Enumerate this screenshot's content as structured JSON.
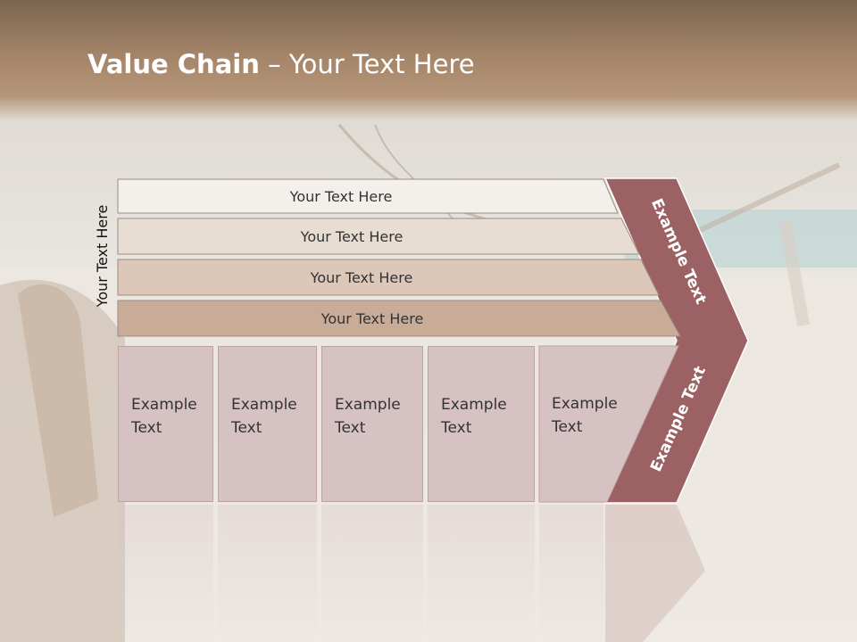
{
  "slide": {
    "title_bold": "Value Chain",
    "title_rest": " – Your Text Here",
    "vertical_label": "Your Text Here"
  },
  "rows": [
    {
      "label": "Your Text Here"
    },
    {
      "label": "Your Text Here"
    },
    {
      "label": "Your Text Here"
    },
    {
      "label": "Your Text Here"
    }
  ],
  "columns": [
    {
      "line1": "Example",
      "line2": "Text"
    },
    {
      "line1": "Example",
      "line2": "Text"
    },
    {
      "line1": "Example",
      "line2": "Text"
    },
    {
      "line1": "Example",
      "line2": "Text"
    },
    {
      "line1": "Example",
      "line2": "Text"
    }
  ],
  "chevron": {
    "upper_label": "Example Text",
    "lower_label": "Example Text",
    "color": "#9b6163"
  },
  "colors": {
    "row1": "#f3efea",
    "row2": "#e8ddd3",
    "row3": "#dcc7b9",
    "row4": "#c9ac98",
    "column": "#d6c2c3"
  }
}
